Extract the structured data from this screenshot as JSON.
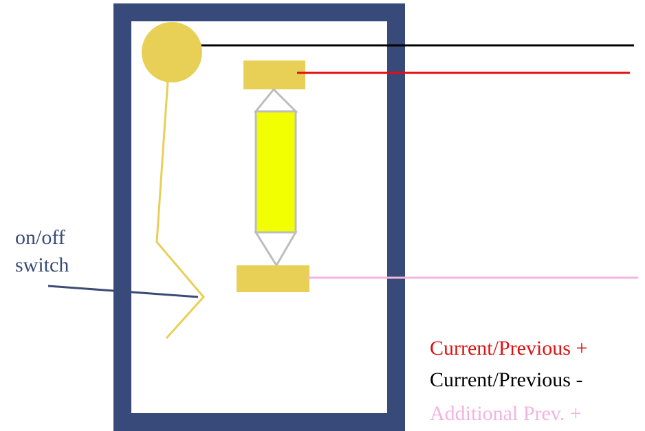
{
  "labels": {
    "switch_line1": "on/off",
    "switch_line2": "switch"
  },
  "legend": {
    "current_plus": "Current/Previous +",
    "current_minus": "Current/Previous -",
    "additional_plus": "Additional Prev. +"
  },
  "colors": {
    "housing": "#374a7a",
    "gold": "#e8cf55",
    "bulb": "#f2ff00",
    "bulb_outline": "#bdbdbd",
    "wire_black": "#000000",
    "wire_red": "#e01010",
    "wire_pink": "#f2b4e2",
    "switch_text": "#3a4b75"
  },
  "icons": {
    "contact": "round-contact-icon",
    "bulb": "festoon-bulb-icon",
    "switch": "toggle-switch-icon"
  }
}
